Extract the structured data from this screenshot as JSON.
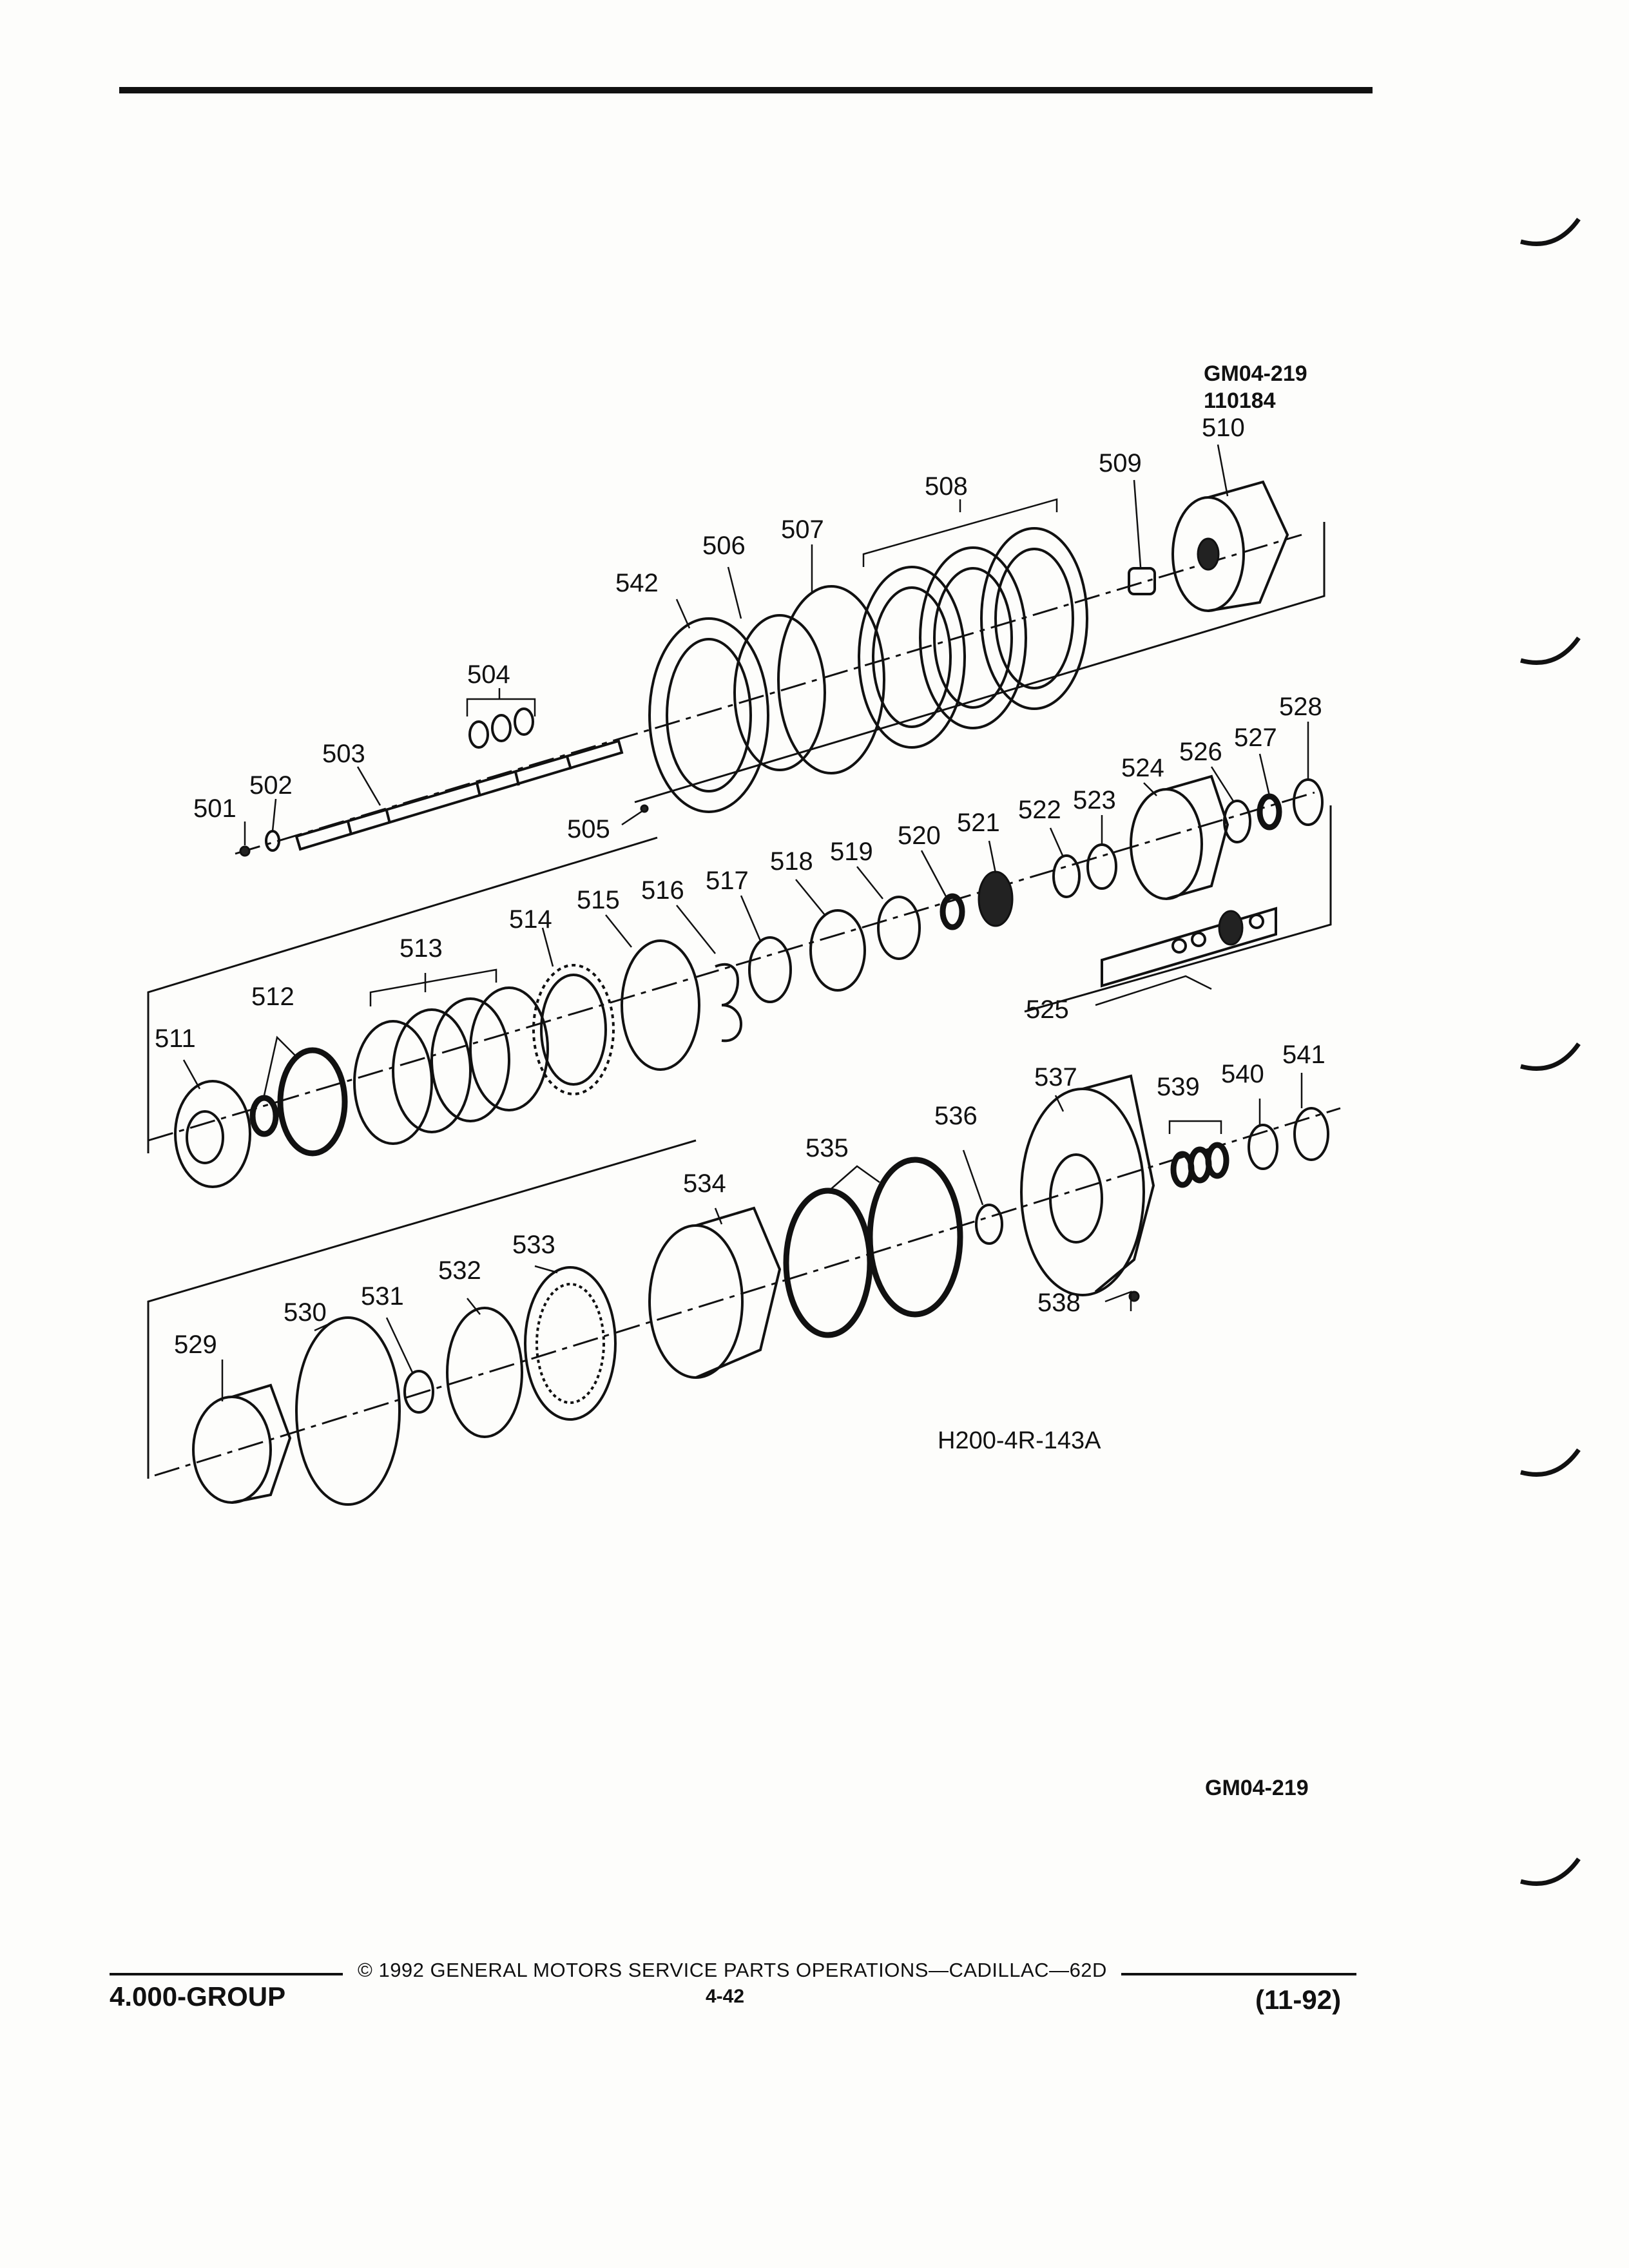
{
  "header": {
    "code": "GM04-219",
    "number": "110184"
  },
  "diagram": {
    "figure_id": "H200-4R-143A",
    "callouts": [
      "501",
      "502",
      "503",
      "504",
      "505",
      "506",
      "507",
      "508",
      "509",
      "510",
      "511",
      "512",
      "513",
      "514",
      "515",
      "516",
      "517",
      "518",
      "519",
      "520",
      "521",
      "522",
      "523",
      "524",
      "525",
      "526",
      "527",
      "528",
      "529",
      "530",
      "531",
      "532",
      "533",
      "534",
      "535",
      "536",
      "537",
      "538",
      "539",
      "540",
      "541",
      "542"
    ]
  },
  "bottom_code": "GM04-219",
  "footer": {
    "copyright": "© 1992 GENERAL MOTORS SERVICE PARTS OPERATIONS—CADILLAC—62D",
    "page": "4-42",
    "group": "4.000-GROUP",
    "date": "(11-92)"
  }
}
